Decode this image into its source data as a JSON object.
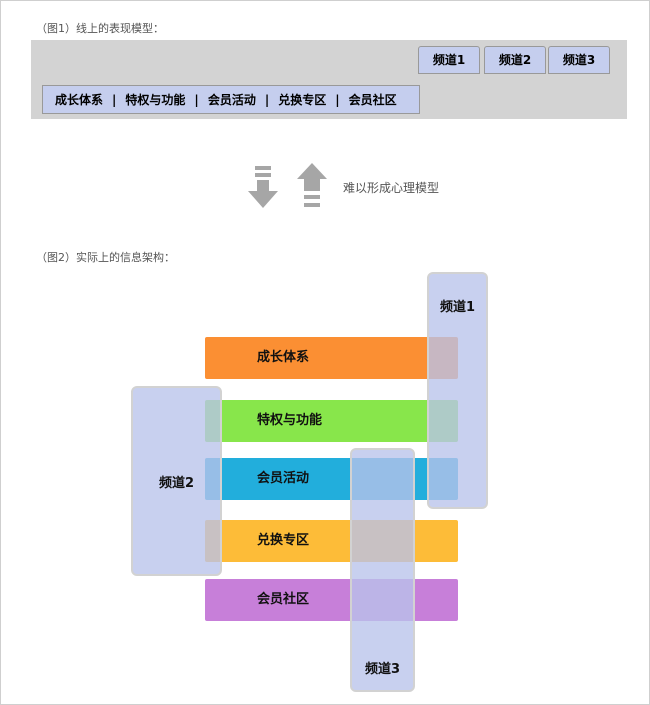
{
  "fig1": {
    "caption": "（图1）线上的表现模型：",
    "channels": [
      "频道1",
      "频道2",
      "频道3"
    ],
    "nav": [
      "成长体系",
      "特权与功能",
      "会员活动",
      "兑换专区",
      "会员社区"
    ],
    "separator": "|"
  },
  "middle": {
    "note": "难以形成心理模型",
    "arrow_color": "#a6a6a6"
  },
  "fig2": {
    "caption": "（图2）实际上的信息架构：",
    "rows": [
      {
        "label": "成长体系",
        "color": "#fb8f33"
      },
      {
        "label": "特权与功能",
        "color": "#88e64b"
      },
      {
        "label": "会员活动",
        "color": "#22aedc"
      },
      {
        "label": "兑换专区",
        "color": "#fdbc38"
      },
      {
        "label": "会员社区",
        "color": "#c77fd9"
      }
    ],
    "columns": [
      "频道1",
      "频道2",
      "频道3"
    ]
  }
}
